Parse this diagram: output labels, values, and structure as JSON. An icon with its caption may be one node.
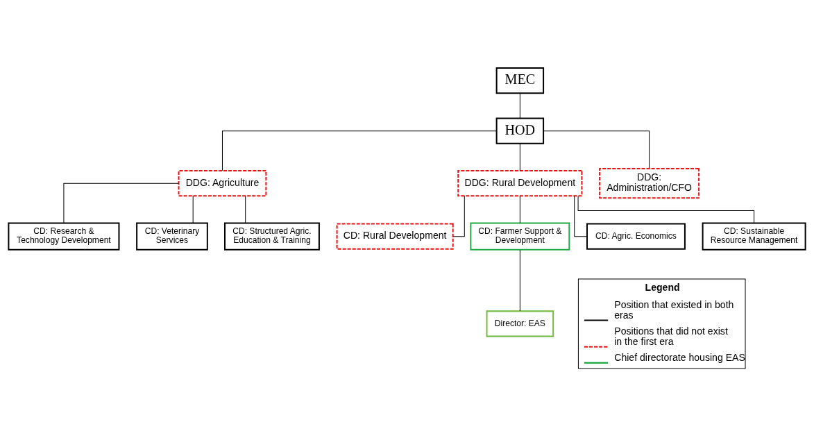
{
  "diagram": {
    "nodes": [
      {
        "text": [
          "MEC"
        ]
      },
      {
        "text": [
          "HOD"
        ]
      },
      {
        "text": [
          "DDG: Agriculture"
        ]
      },
      {
        "text": [
          "DDG: Rural Development"
        ]
      },
      {
        "text": [
          "DDG: Administration/CFO"
        ]
      },
      {
        "text": [
          "CD: Research & Technology Development"
        ]
      },
      {
        "text": [
          "CD: Veterinary Services"
        ]
      },
      {
        "text": [
          "CD: Structured Agric. Education & Training"
        ]
      },
      {
        "text": [
          "CD: Rural Development"
        ]
      },
      {
        "text": [
          "CD: Farmer Support & Development"
        ]
      },
      {
        "text": [
          "CD: Agric. Economics"
        ]
      },
      {
        "text": [
          "CD: Sustainable Resource Management"
        ]
      },
      {
        "text": [
          "Director: EAS"
        ]
      }
    ],
    "edges": [
      {
        "from": 0,
        "to": 1,
        "arrow": "none"
      },
      {
        "from": 1,
        "to": 2,
        "arrow": "none"
      },
      {
        "from": 1,
        "to": 3,
        "arrow": "none"
      },
      {
        "from": 1,
        "to": 4,
        "arrow": "none"
      },
      {
        "from": 2,
        "to": 5,
        "arrow": "none"
      },
      {
        "from": 2,
        "to": 6,
        "arrow": "none"
      },
      {
        "from": 2,
        "to": 7,
        "arrow": "none"
      },
      {
        "from": 3,
        "to": 8,
        "arrow": "none"
      },
      {
        "from": 3,
        "to": 9,
        "arrow": "none"
      },
      {
        "from": 3,
        "to": 10,
        "arrow": "none"
      },
      {
        "from": 3,
        "to": 11,
        "arrow": "none"
      },
      {
        "from": 9,
        "to": 12,
        "arrow": "none"
      }
    ],
    "labels": [
      "Legend"
    ],
    "legend": [
      {
        "text": "Position that existed in both eras"
      },
      {
        "text": "Positions that did not exist in the first era"
      },
      {
        "text": "Chief directorate housing EAS"
      }
    ]
  }
}
